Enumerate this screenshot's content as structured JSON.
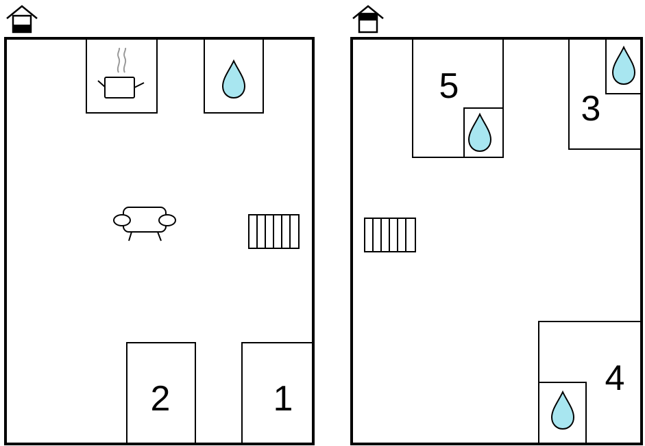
{
  "floors": [
    {
      "name": "floor-ground",
      "house_icon_fill": "lower",
      "rooms": [
        {
          "id": "kitchen",
          "icon": "cooking-pot-icon",
          "label": ""
        },
        {
          "id": "bathroom-a",
          "icon": "water-drop-icon",
          "label": ""
        },
        {
          "id": "living",
          "icon": "sofa-icon",
          "label": ""
        },
        {
          "id": "stairs",
          "icon": "stairs-icon",
          "label": ""
        },
        {
          "id": "bedroom-2",
          "icon": "",
          "label": "2"
        },
        {
          "id": "bedroom-1",
          "icon": "",
          "label": "1"
        }
      ]
    },
    {
      "name": "floor-upper",
      "house_icon_fill": "upper",
      "rooms": [
        {
          "id": "bedroom-5",
          "icon": "",
          "label": "5"
        },
        {
          "id": "bathroom-5",
          "icon": "water-drop-icon",
          "label": ""
        },
        {
          "id": "bedroom-3",
          "icon": "",
          "label": "3"
        },
        {
          "id": "bathroom-3",
          "icon": "water-drop-icon",
          "label": ""
        },
        {
          "id": "stairs",
          "icon": "stairs-icon",
          "label": ""
        },
        {
          "id": "bedroom-4",
          "icon": "",
          "label": "4"
        },
        {
          "id": "bathroom-4",
          "icon": "water-drop-icon",
          "label": ""
        }
      ]
    }
  ],
  "colors": {
    "wall": "#000000",
    "water": "#a8e6f0",
    "background": "#ffffff"
  }
}
